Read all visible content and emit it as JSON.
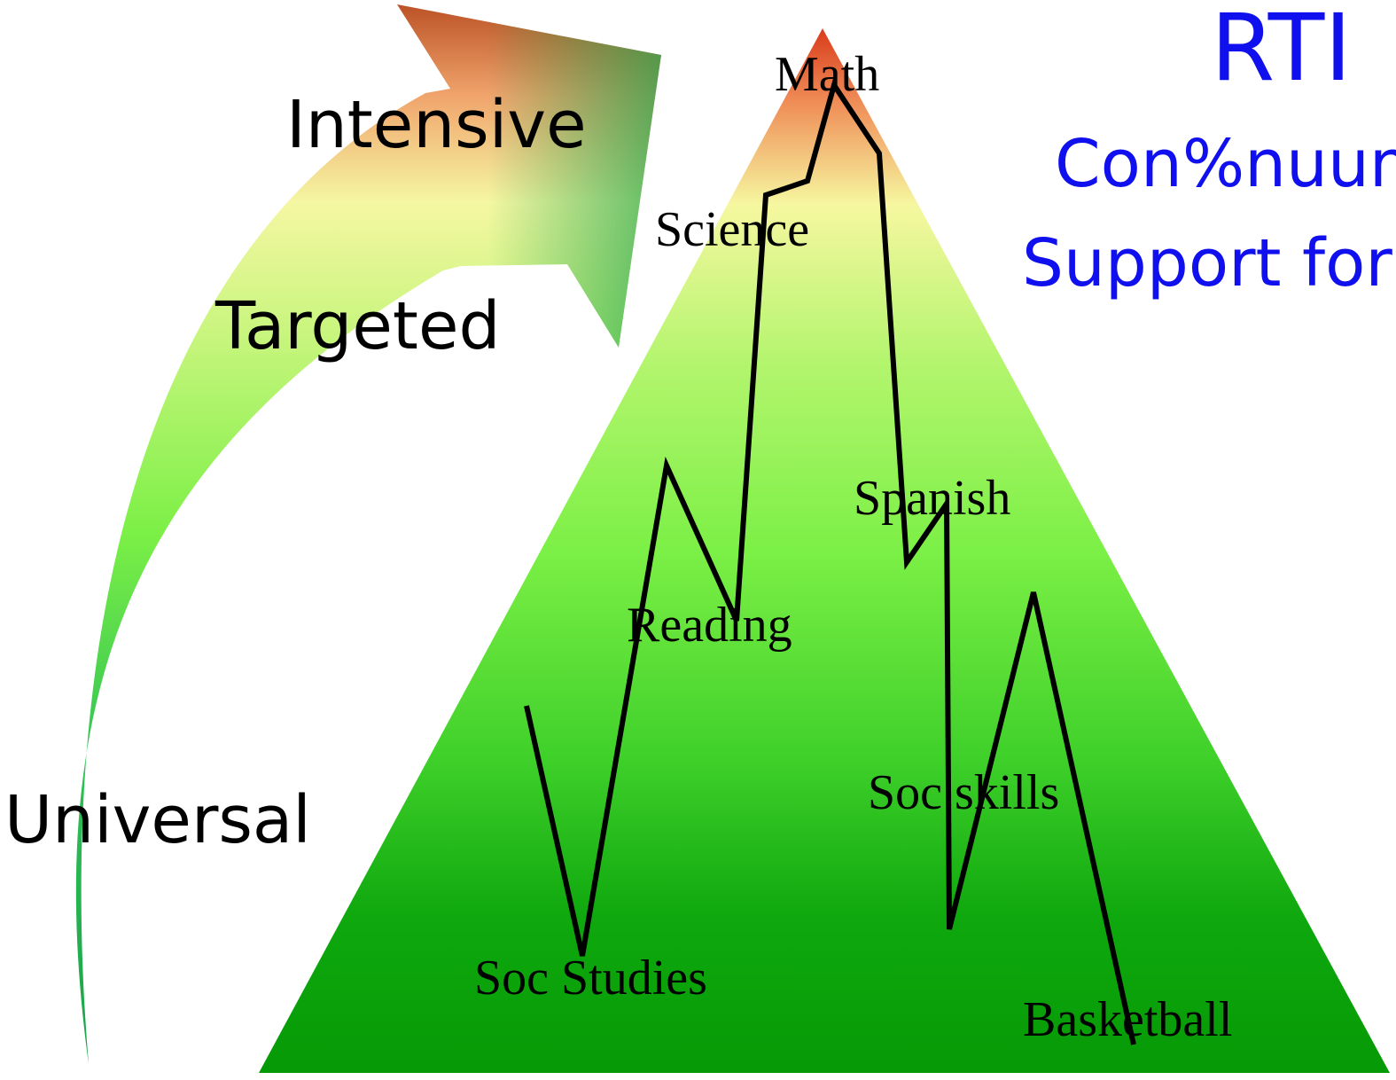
{
  "title": {
    "main": "RTI",
    "line2": "Con%nuum of",
    "line3": "Support for"
  },
  "tiers": [
    "Intensive",
    "Targeted",
    "Universal"
  ],
  "subjects": [
    "Math",
    "Science",
    "Spanish",
    "Reading",
    "Soc skills",
    "Soc Studies",
    "Basketball"
  ],
  "colors": {
    "title": "#1010ee",
    "tier_text": "#000000",
    "subject_text": "#000000",
    "zigzag": "#000000",
    "pyramid_top": "#d83a1a",
    "pyramid_light": "#f6f7a0",
    "pyramid_mid": "#7cf046",
    "pyramid_base": "#079d07",
    "arrow_tip": "#b94e22",
    "arrow_light": "#f5f7a2",
    "arrow_green": "#27b55a"
  }
}
